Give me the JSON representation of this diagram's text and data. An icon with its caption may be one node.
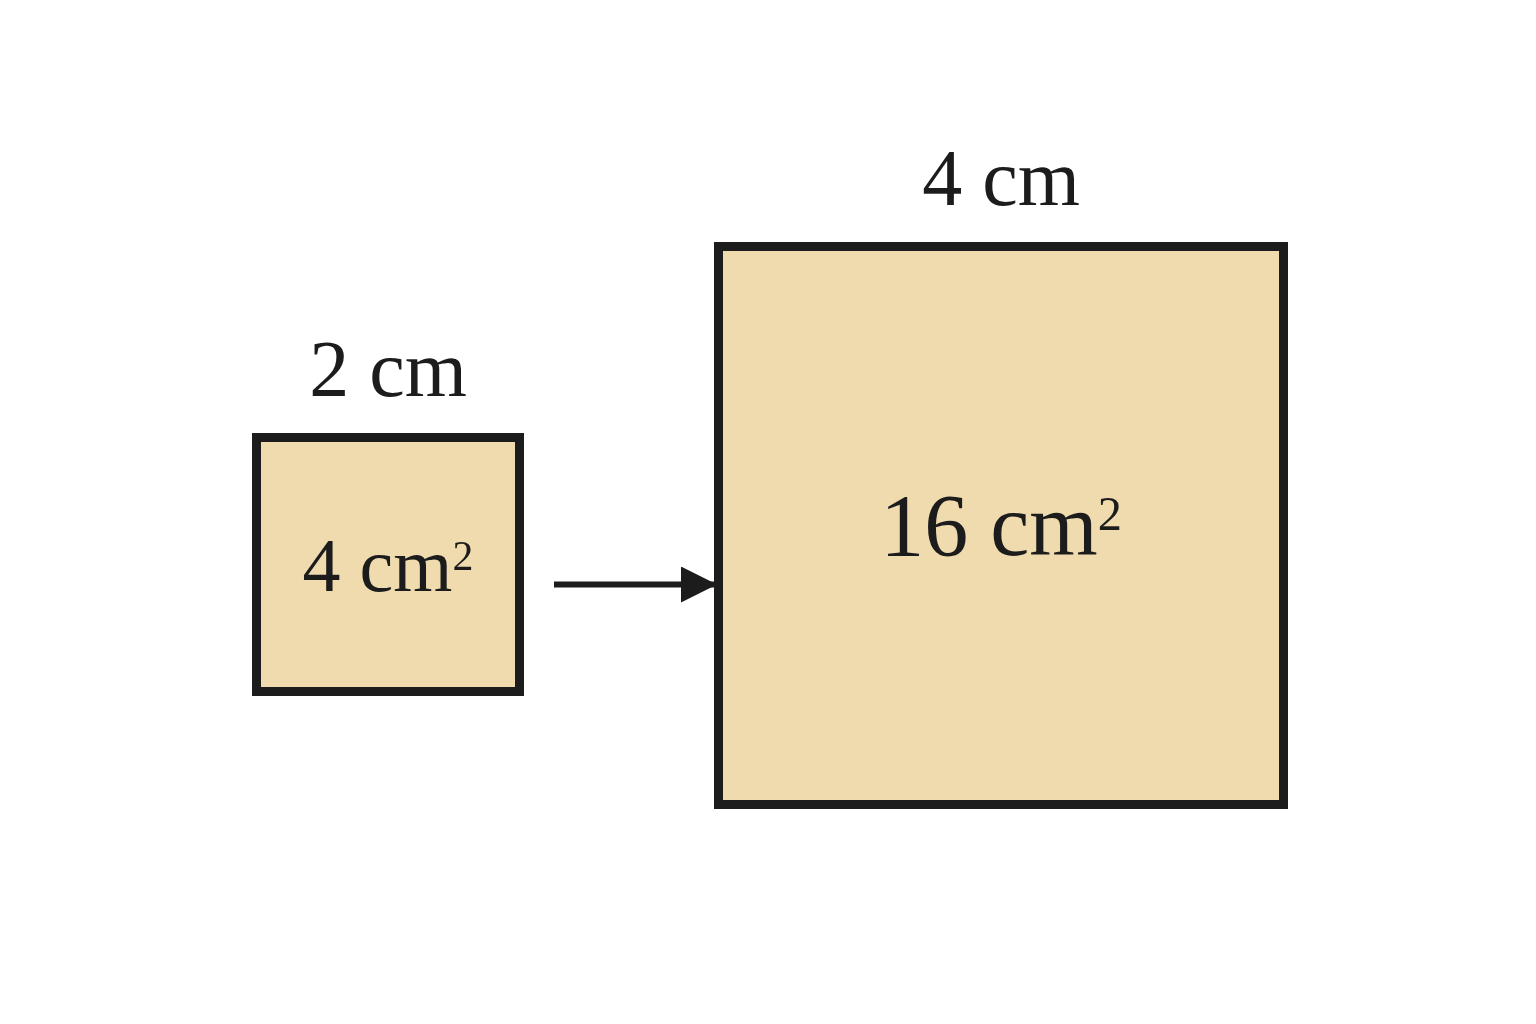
{
  "diagram": {
    "nodes": [
      {
        "text": [
          "4 cm$^{2}$"
        ],
        "beside": [
          "2 cm"
        ]
      },
      {
        "text": [
          "16 cm$^{2}$"
        ],
        "beside": [
          "4 cm"
        ]
      }
    ],
    "edges": [
      {
        "from": 0,
        "to": 1,
        "arrow": "to"
      }
    ]
  }
}
